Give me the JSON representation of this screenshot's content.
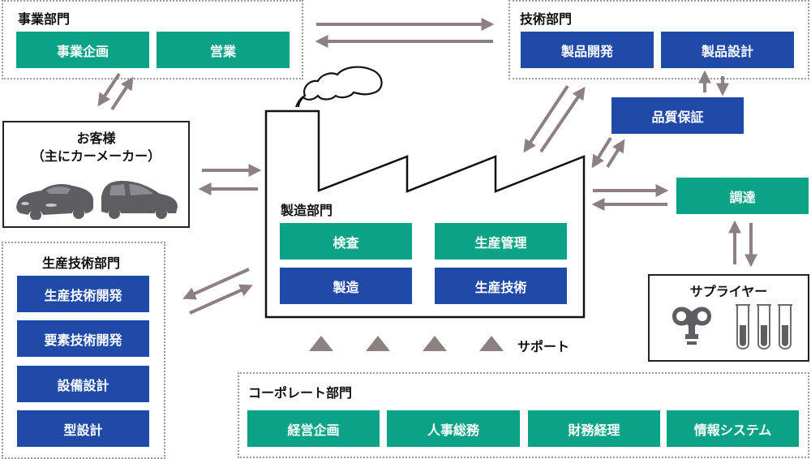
{
  "business_dept": {
    "title": "事業部門",
    "items": [
      "事業企画",
      "営業"
    ]
  },
  "tech_dept": {
    "title": "技術部門",
    "items": [
      "製品開発",
      "製品設計"
    ]
  },
  "quality": {
    "label": "品質保証"
  },
  "customer": {
    "title_line1": "お客様",
    "title_line2": "（主にカーメーカー）",
    "icons": [
      "sports-car-icon",
      "hatchback-car-icon"
    ]
  },
  "manufacturing_dept": {
    "title": "製造部門",
    "items": [
      "検査",
      "生産管理",
      "製造",
      "生産技術"
    ]
  },
  "procurement": {
    "label": "調達"
  },
  "supplier": {
    "title": "サプライヤー",
    "icons": [
      "wind-up-key-icon",
      "test-tubes-icon"
    ]
  },
  "prod_tech_dept": {
    "title": "生産技術部門",
    "items": [
      "生産技術開発",
      "要素技術開発",
      "設備設計",
      "型設計"
    ]
  },
  "support": {
    "label": "サポート"
  },
  "corporate_dept": {
    "title": "コーポレート部門",
    "items": [
      "経営企画",
      "人事総務",
      "財務経理",
      "情報システム"
    ]
  },
  "colors": {
    "green": "#0aa387",
    "blue": "#1f4aa8",
    "arrow": "#8c8080"
  }
}
